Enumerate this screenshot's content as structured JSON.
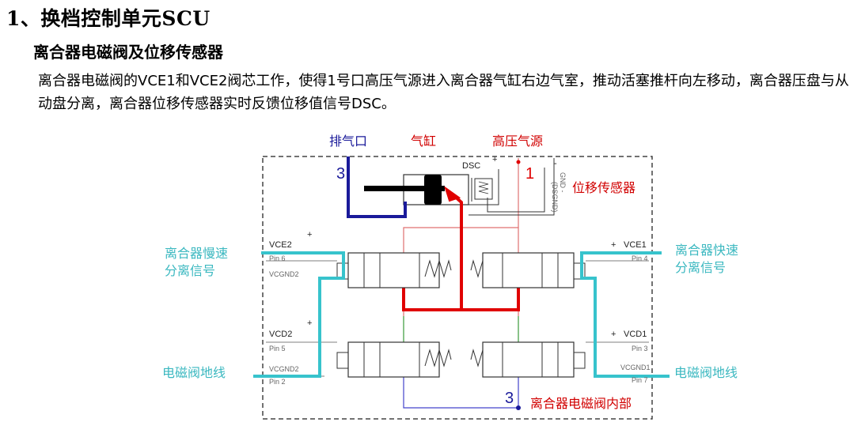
{
  "heading": "1、换档控制单元SCU",
  "subheading": "离合器电磁阀及位移传感器",
  "paragraph": "离合器电磁阀的VCE1和VCE2阀芯工作，使得1号口高压气源进入离合器气缸右边气室，推动活塞推杆向左移动，离合器压盘与从动盘分离，离合器位移传感器实时反馈位移值信号DSC。",
  "colors": {
    "red": "#e00000",
    "navy": "#1a1a9a",
    "teal": "#37c3cc",
    "label_teal": "#3bb8c0",
    "label_red": "#d10000"
  },
  "diagram": {
    "labels": {
      "exhaust": "排气口",
      "cylinder": "气缸",
      "high_pressure": "高压气源",
      "sensor": "位移传感器",
      "slow_line1": "离合器慢速",
      "slow_line2": "分离信号",
      "fast_line1": "离合器快速",
      "fast_line2": "分离信号",
      "ground_left": "电磁阀地线",
      "ground_right": "电磁阀地线",
      "valve_internal": "离合器电磁阀内部"
    },
    "port_numbers": {
      "port3_top": "3",
      "port1": "1",
      "port3_bottom": "3"
    },
    "pins": {
      "vce2": "VCE2",
      "vce1": "VCE1",
      "vcd2": "VCD2",
      "vcd1": "VCD1",
      "vcgnd2": "VCGND2",
      "vcgnd1": "VCGND1",
      "dsc": "DSC",
      "gnd_sensor": "(DSGND)",
      "gnd_minus": "GND -",
      "pin6": "Pin 6",
      "pin4": "Pin 4",
      "pin5": "Pin 5",
      "pin3": "Pin 3",
      "pin2": "Pin 2",
      "pin7": "Pin 7",
      "plus": "+",
      "minus": "-"
    }
  }
}
